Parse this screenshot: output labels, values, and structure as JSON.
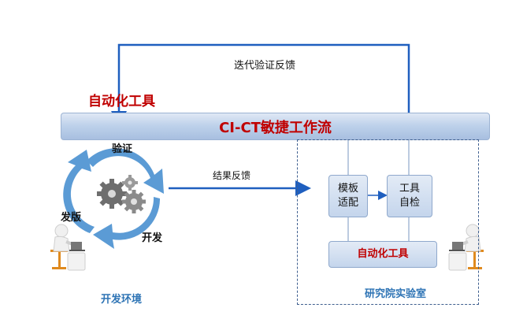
{
  "labels": {
    "iteration_feedback": "迭代验证反馈",
    "automation_tools_title": "自动化工具",
    "pipeline_bar": "CI-CT敏捷工作流",
    "verify": "验证",
    "release": "发版",
    "develop": "开发",
    "result_feedback": "结果反馈",
    "dev_env": "开发环境",
    "lab": "研究院实验室",
    "template_adapt": "模板\n适配",
    "tool_selfcheck": "工具\n自检",
    "automation_tools_box": "自动化工具"
  },
  "colors": {
    "accent_red": "#c00000",
    "line_blue": "#1f5fbf",
    "cycle_blue": "#5b9bd5",
    "box_fill": "#c4d5ec",
    "title_blue": "#2e74b5"
  },
  "icons": [
    "gears-icon",
    "person-at-laptop-icon",
    "cycle-arrows-icon"
  ]
}
